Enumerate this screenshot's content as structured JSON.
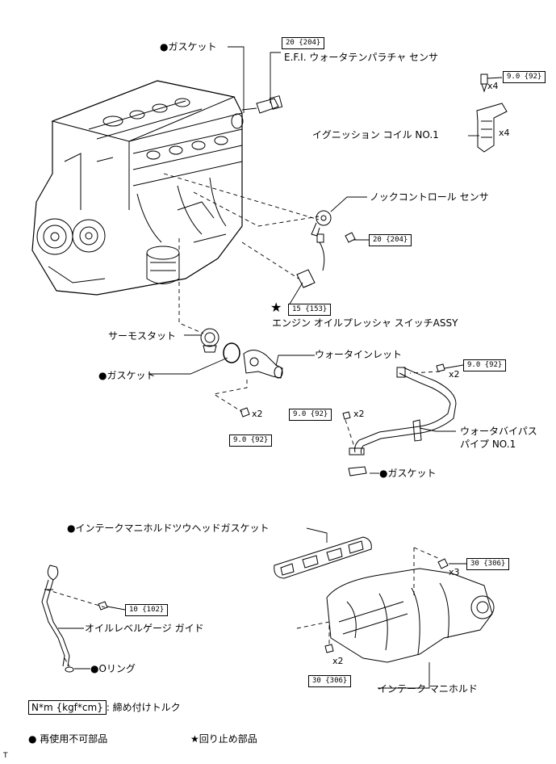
{
  "labels": {
    "gasket_top": "●ガスケット",
    "efi_sensor": "E.F.I. ウォータテンパラチャ センサ",
    "ignition_coil": "イグニッション コイル NO.1",
    "knock_sensor": "ノックコントロール センサ",
    "oil_switch": "エンジン オイルプレッシャ スイッチASSY",
    "thermostat": "サーモスタット",
    "gasket_thermo": "●ガスケット",
    "water_inlet": "ウォータインレット",
    "bypass_pipe_1": "ウォータバイパス",
    "bypass_pipe_2": "パイプ NO.1",
    "gasket_bypass": "●ガスケット",
    "intake_gasket": "●インテークマニホルドツウヘッドガスケット",
    "dipstick_guide": "オイルレベルゲージ ガイド",
    "oring": "●Oリング",
    "intake_manifold": "インテーク マニホルド"
  },
  "torques": {
    "efi_sensor": "20 {204}",
    "ignition_coil": "9.0 {92}",
    "knock_sensor": "20 {204}",
    "oil_switch": "15 {153}",
    "bypass_right": "9.0 {92}",
    "bypass_left": "9.0 {92}",
    "water_inlet": "9.0 {92}",
    "manifold_top": "30 {306}",
    "manifold_bottom": "30 {306}",
    "dipstick": "10 {102}"
  },
  "counts": {
    "coil_bolt": "x4",
    "coil": "x4",
    "bypass_right": "x2",
    "bypass_left": "x2",
    "water_inlet": "x2",
    "manifold_top": "x3",
    "manifold_bottom": "x2"
  },
  "star_symbol": "★",
  "legend": {
    "torque_unit": "N*m {kgf*cm}",
    "torque_desc": ": 締め付けトルク",
    "non_reusable": "● 再使用不可部品",
    "precoated": "★回り止め部品"
  },
  "corner_mark": "T"
}
